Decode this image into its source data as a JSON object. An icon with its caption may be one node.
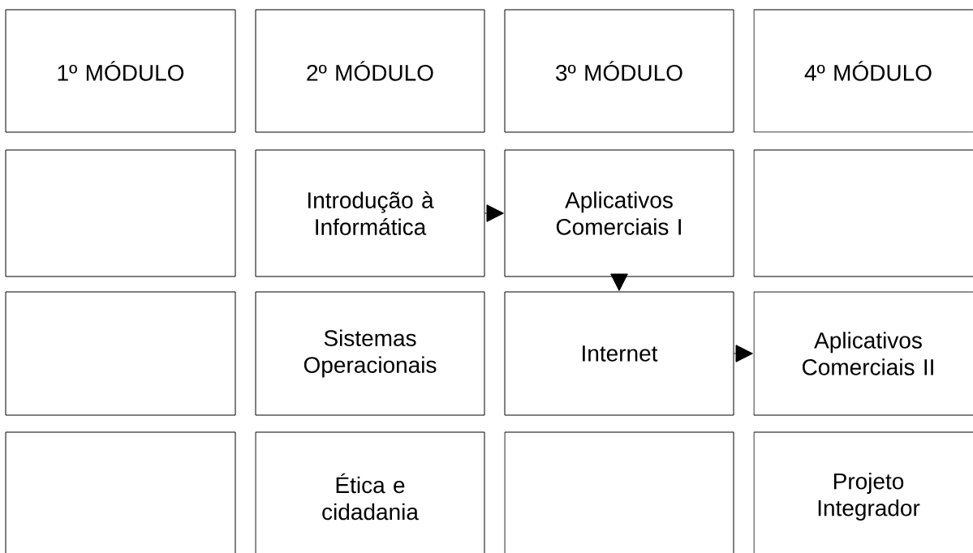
{
  "diagram": {
    "nodes": [
      {
        "text": [
          "1º MÓDULO"
        ]
      },
      {
        "text": [
          "2º MÓDULO"
        ]
      },
      {
        "text": [
          "3º MÓDULO"
        ]
      },
      {
        "text": [
          "4º MÓDULO"
        ]
      },
      {
        "text": [],
        "shape": "box"
      },
      {
        "text": [
          "Introdução à Informática"
        ]
      },
      {
        "text": [
          "Aplicativos Comerciais I"
        ]
      },
      {
        "text": [],
        "shape": "box"
      },
      {
        "text": [],
        "shape": "box"
      },
      {
        "text": [
          "Sistemas Operacionais"
        ]
      },
      {
        "text": [
          "Internet"
        ]
      },
      {
        "text": [
          "Aplicativos Comerciais II"
        ]
      },
      {
        "text": [],
        "shape": "box"
      },
      {
        "text": [
          "Ética e cidadania"
        ]
      },
      {
        "text": [],
        "shape": "box"
      },
      {
        "text": [
          "Projeto Integrador"
        ]
      }
    ],
    "edges": [
      {
        "from": 5,
        "to": 6,
        "arrow": "to"
      },
      {
        "from": 6,
        "to": 10,
        "arrow": "to"
      },
      {
        "from": 10,
        "to": 11,
        "arrow": "to"
      }
    ]
  }
}
